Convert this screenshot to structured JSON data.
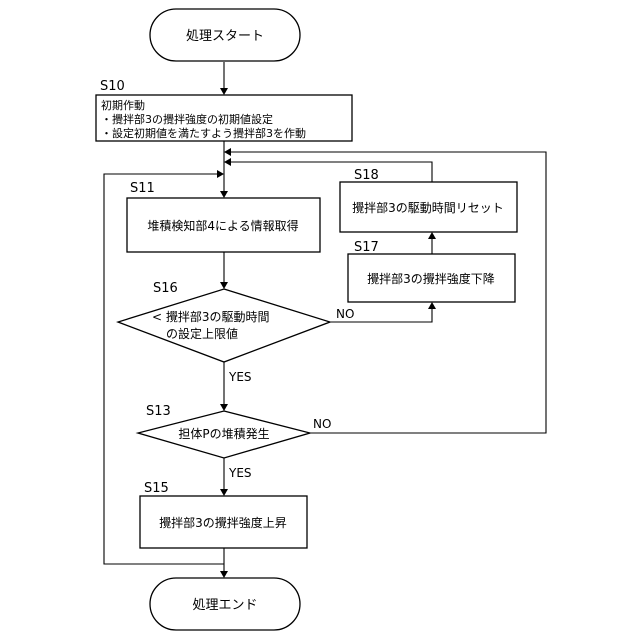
{
  "start_label": "処理スタート",
  "end_label": "処理エンド",
  "steps": {
    "s10": {
      "id": "S10",
      "title": "初期作動",
      "line1": "・攪拌部3の攪拌強度の初期値設定",
      "line2": "・設定初期値を満たすよう攪拌部3を作動"
    },
    "s11": {
      "id": "S11",
      "text": "堆積検知部4による情報取得"
    },
    "s16": {
      "id": "S16",
      "line1": "< 攪拌部3の駆動時間",
      "line2": "の設定上限値"
    },
    "s17": {
      "id": "S17",
      "text": "攪拌部3の攪拌強度下降"
    },
    "s18": {
      "id": "S18",
      "text": "攪拌部3の駆動時間リセット"
    },
    "s13": {
      "id": "S13",
      "text": "担体Pの堆積発生"
    },
    "s15": {
      "id": "S15",
      "text": "攪拌部3の攪拌強度上昇"
    }
  },
  "branches": {
    "s16_yes": "YES",
    "s16_no": "NO",
    "s13_yes": "YES",
    "s13_no": "NO"
  }
}
